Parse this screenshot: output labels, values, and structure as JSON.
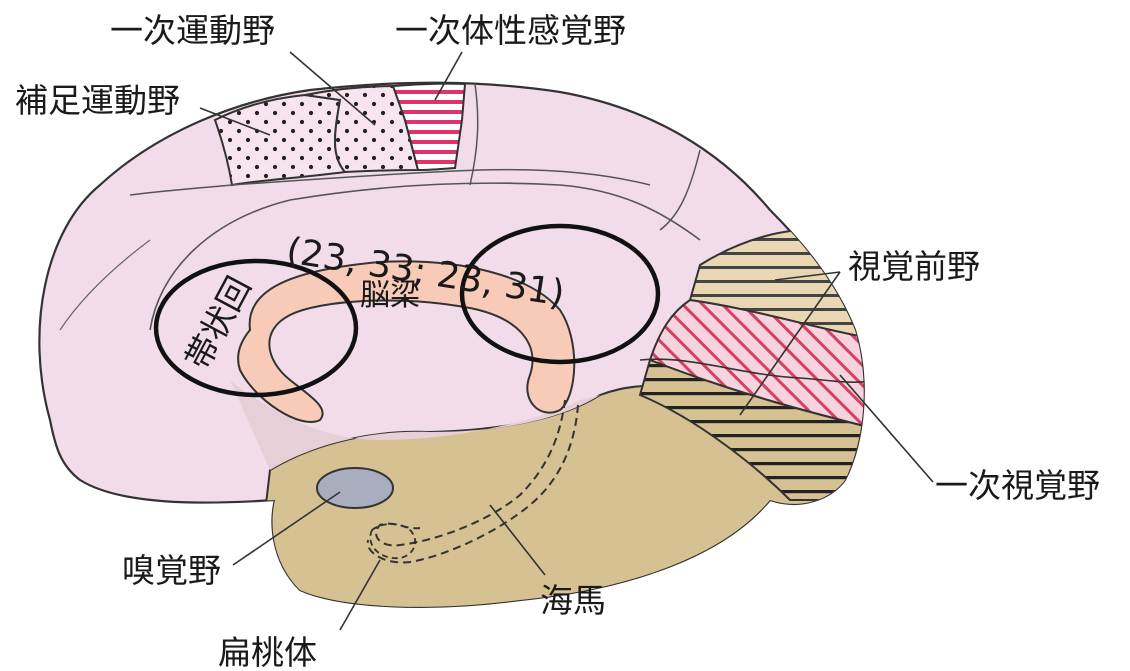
{
  "labels": {
    "primary_motor": "一次運動野",
    "primary_somatosensory": "一次体性感覚野",
    "supplementary_motor": "補足運動野",
    "visual_association": "視覚前野",
    "primary_visual": "一次視覚野",
    "olfactory": "嗅覚野",
    "hippocampus": "海馬",
    "amygdala": "扁桃体",
    "cingulate_gyrus": "帯状回",
    "corpus_callosum": "脳梁",
    "brodmann_areas": "(23, 33; 23, 31)"
  },
  "colors": {
    "cortex": "#f3dcea",
    "corpus_callosum": "#f7cbb8",
    "limbic": "#d6c193",
    "outline": "#333333",
    "motor_dots": "#f7e4ee",
    "somatosensory_stripe": "#e0326b",
    "visual_stripe": "#d64062",
    "olfactory": "#a9aebf"
  }
}
